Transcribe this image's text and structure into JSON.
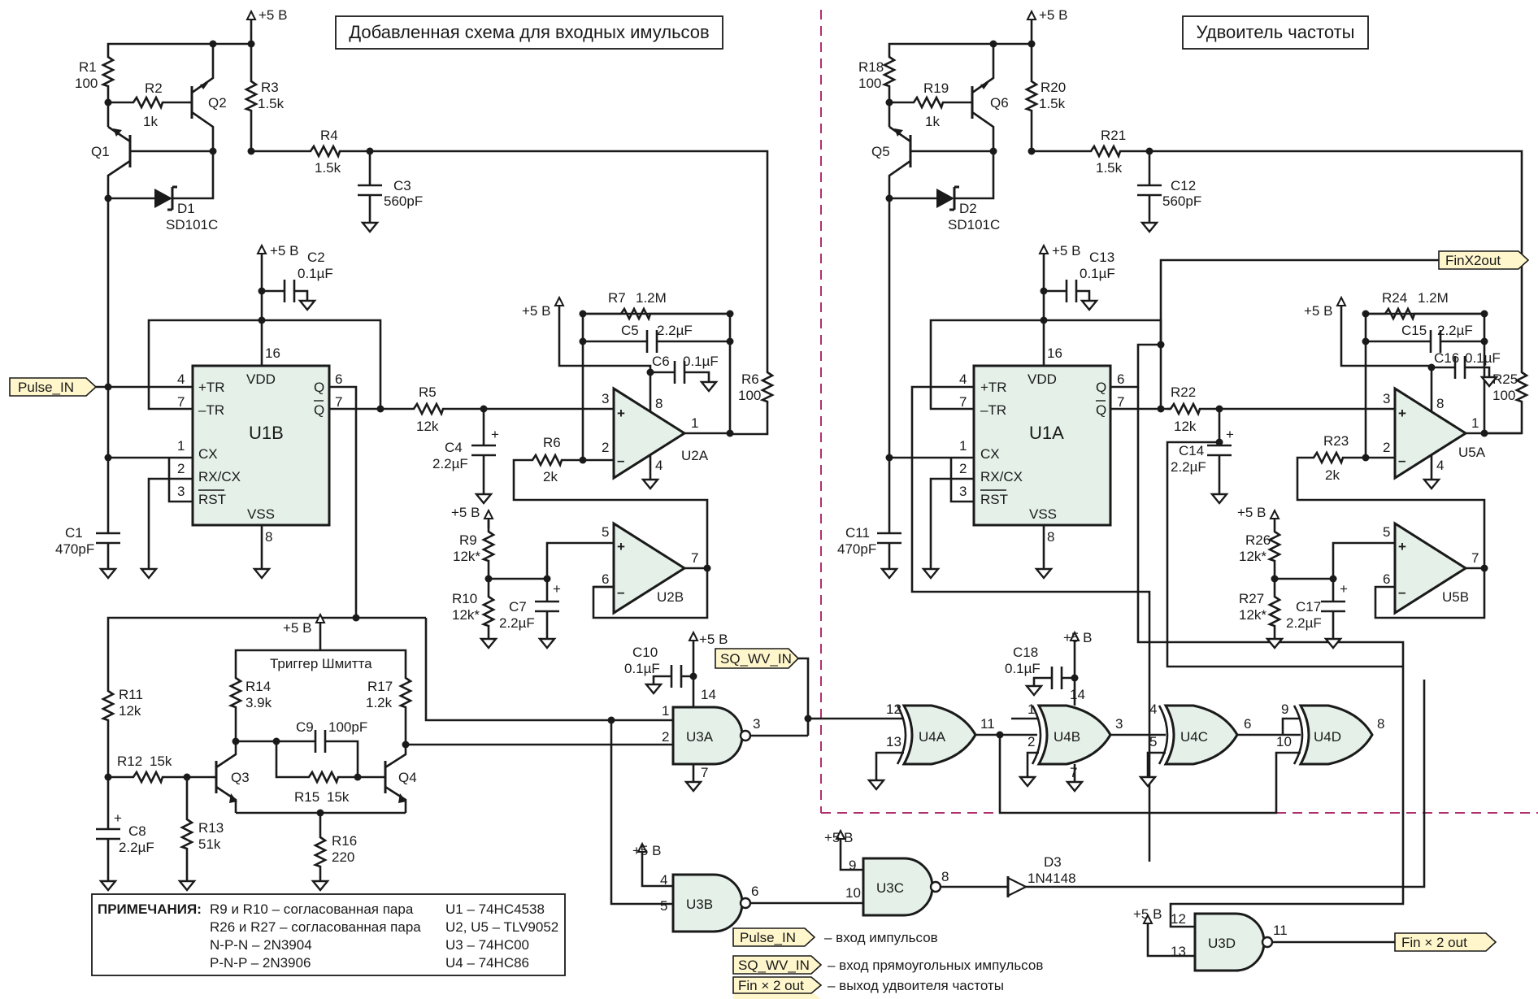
{
  "titles": {
    "left_box": "Добавленная схема для входных имульсов",
    "right_box": "Удвоитель частоты",
    "schmitt": "Триггер Шмитта"
  },
  "power": {
    "v5": "+5 В"
  },
  "components": {
    "R1": "R1",
    "R1v": "100",
    "R2": "R2",
    "R2v": "1k",
    "R3": "R3",
    "R3v": "1.5k",
    "R4": "R4",
    "R4v": "1.5k",
    "R5": "R5",
    "R5v": "12k",
    "R6a": "R6",
    "R6av": "100",
    "R6b": "R6",
    "R6bv": "2k",
    "R7": "R7",
    "R7v": "1.2M",
    "R9": "R9",
    "R9v": "12k*",
    "R10": "R10",
    "R10v": "12k*",
    "R11": "R11",
    "R11v": "12k",
    "R12": "R12",
    "R12v": "15k",
    "R13": "R13",
    "R13v": "51k",
    "R14": "R14",
    "R14v": "3.9k",
    "R15": "R15",
    "R15v": "15k",
    "R16": "R16",
    "R16v": "220",
    "R17": "R17",
    "R17v": "1.2k",
    "R18": "R18",
    "R18v": "100",
    "R19": "R19",
    "R19v": "1k",
    "R20": "R20",
    "R20v": "1.5k",
    "R21": "R21",
    "R21v": "1.5k",
    "R22": "R22",
    "R22v": "12k",
    "R23": "R23",
    "R23v": "2k",
    "R24": "R24",
    "R24v": "1.2M",
    "R25": "R25",
    "R25v": "100",
    "R26": "R26",
    "R26v": "12k*",
    "R27": "R27",
    "R27v": "12k*",
    "C1": "C1",
    "C1v": "470pF",
    "C2": "C2",
    "C2v": "0.1µF",
    "C3": "C3",
    "C3v": "560pF",
    "C4": "C4",
    "C4v": "2.2µF",
    "C5": "C5",
    "C5v": "2.2µF",
    "C6": "C6",
    "C6v": "0.1µF",
    "C7": "C7",
    "C7v": "2.2µF",
    "C8": "C8",
    "C8v": "2.2µF",
    "C9": "C9",
    "C9v": "100pF",
    "C10": "C10",
    "C10v": "0.1µF",
    "C11": "C11",
    "C11v": "470pF",
    "C12": "C12",
    "C12v": "560pF",
    "C13": "C13",
    "C13v": "0.1µF",
    "C14": "C14",
    "C14v": "2.2µF",
    "C15": "C15",
    "C15v": "2.2µF",
    "C16": "C16",
    "C16v": "0.1µF",
    "C17": "C17",
    "C17v": "2.2µF",
    "C18": "C18",
    "C18v": "0.1µF",
    "Q1": "Q1",
    "Q2": "Q2",
    "Q3": "Q3",
    "Q4": "Q4",
    "Q5": "Q5",
    "Q6": "Q6",
    "D1": "D1",
    "D1v": "SD101C",
    "D2": "D2",
    "D2v": "SD101C",
    "D3": "D3",
    "D3v": "1N4148"
  },
  "chips": {
    "U1B": "U1B",
    "U1A": "U1A",
    "U2A": "U2A",
    "U2B": "U2B",
    "U5A": "U5A",
    "U5B": "U5B",
    "U3A": "U3A",
    "U3B": "U3B",
    "U3C": "U3C",
    "U3D": "U3D",
    "U4A": "U4A",
    "U4B": "U4B",
    "U4C": "U4C",
    "U4D": "U4D",
    "vdd": "VDD",
    "vss": "VSS",
    "trp": "+TR",
    "trm": "–TR",
    "cx": "CX",
    "rxcx": "RX/CX",
    "rst": "RST",
    "q": "Q",
    "qb": "Q",
    "plus": "+",
    "minus": "–"
  },
  "pins": {
    "p1": "1",
    "p2": "2",
    "p3": "3",
    "p4": "4",
    "p5": "5",
    "p6": "6",
    "p7": "7",
    "p8": "8",
    "p9": "9",
    "p10": "10",
    "p11": "11",
    "p12": "12",
    "p13": "13",
    "p14": "14",
    "p16": "16"
  },
  "flags": {
    "pulse_in": "Pulse_IN",
    "sq_wv_in": "SQ_WV_IN",
    "finx2out": "FinX2out",
    "fin2out": "Fin × 2 out"
  },
  "notes": {
    "title": "ПРИМЕЧАНИЯ:",
    "l1": "R9 и R10 – согласованная пара",
    "l2": "R26 и R27 – согласованная пара",
    "l3": "N-P-N – 2N3904",
    "l4": "P-N-P – 2N3906",
    "r1": "U1 – 74HC4538",
    "r2": "U2, U5 – TLV9052",
    "r3": "U3 – 74HC00",
    "r4": "U4 – 74HC86"
  },
  "legend": {
    "pulse_in": "Pulse_IN",
    "pulse_desc": "– вход импульсов",
    "sq_in": "SQ_WV_IN",
    "sq_desc": "– вход прямоугольных импульсов",
    "fin": "Fin × 2 out",
    "fin_desc": "– выход удвоителя частоты"
  }
}
